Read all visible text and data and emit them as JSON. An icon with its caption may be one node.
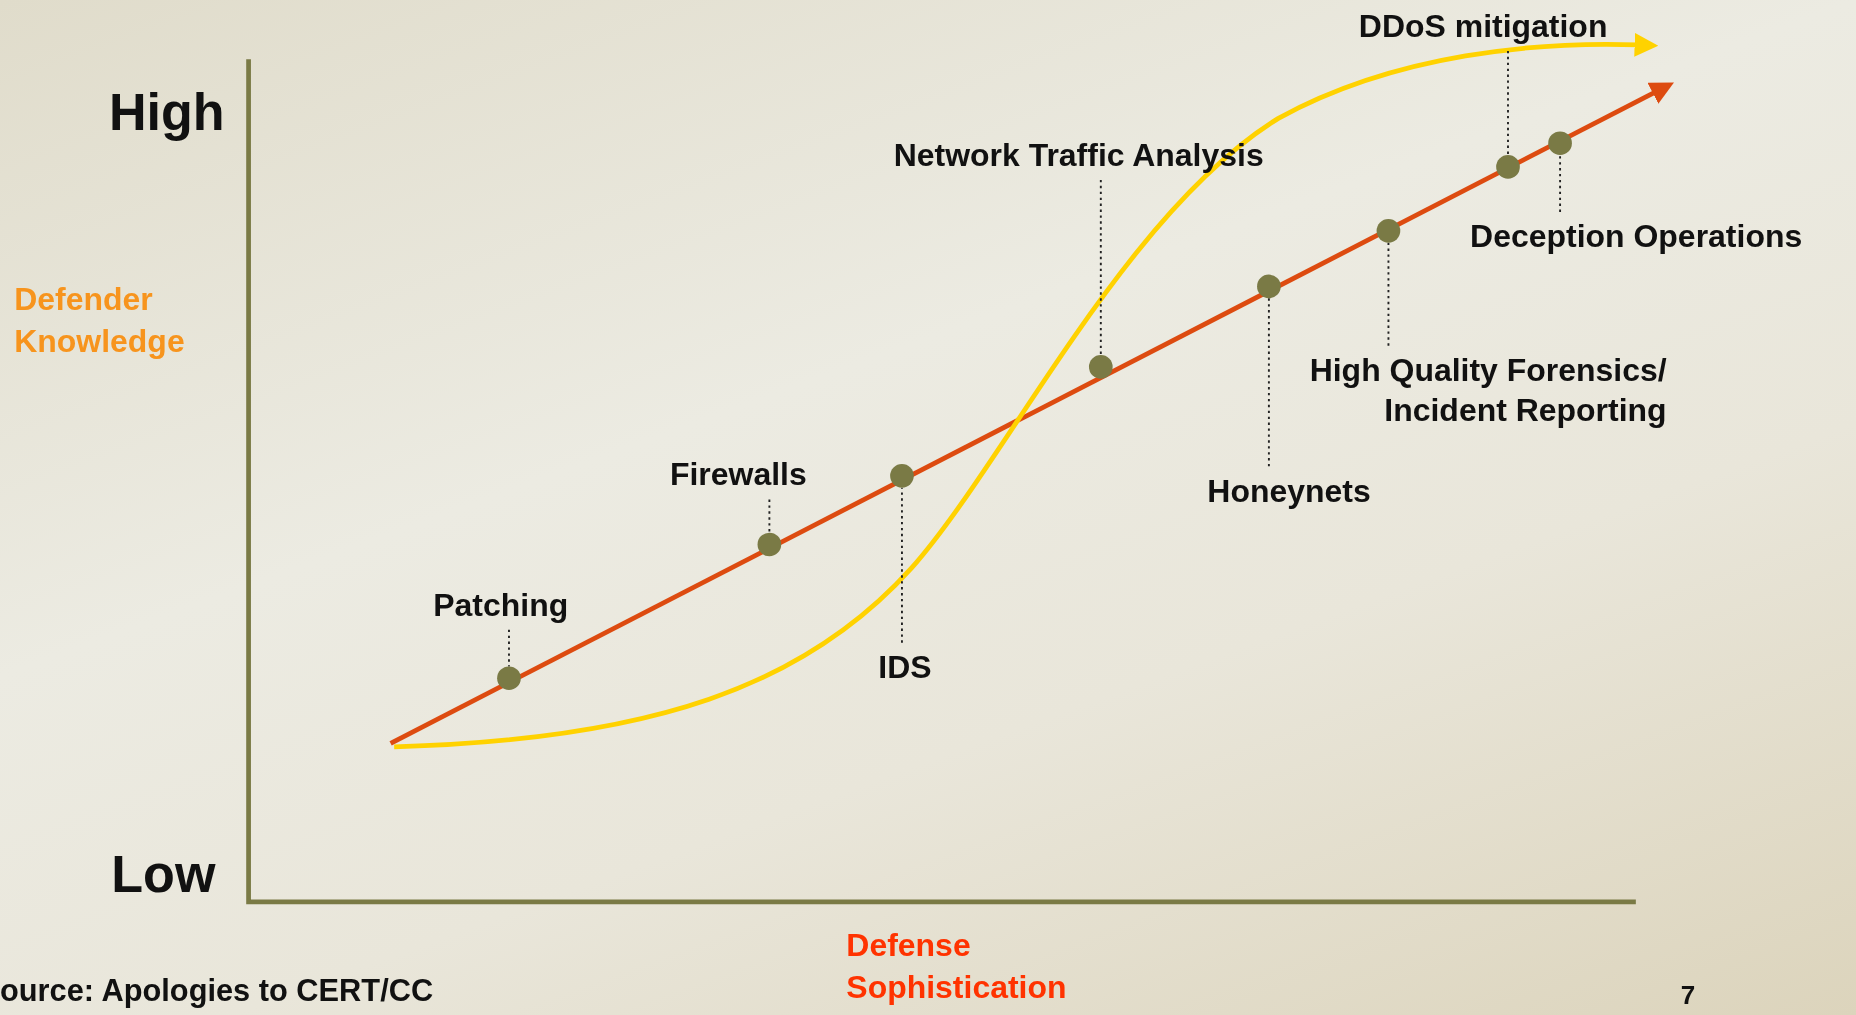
{
  "diagram": {
    "nodes": [
      {
        "text": [
          "DDoS mitigation"
        ]
      },
      {
        "text": [
          "Network Traffic Analysis"
        ]
      },
      {
        "text": [
          "Deception Operations"
        ]
      },
      {
        "text": [
          "High Quality Forensics/ Incident Reporting"
        ]
      },
      {
        "text": [
          "Firewalls"
        ]
      },
      {
        "text": [
          "Honeynets"
        ]
      },
      {
        "text": [
          "Patching"
        ]
      },
      {
        "text": [
          "IDS"
        ]
      },
      {
        "text": [],
        "shape": "circle"
      },
      {
        "text": [],
        "shape": "circle"
      },
      {
        "text": [],
        "shape": "circle"
      },
      {
        "text": [],
        "shape": "circle"
      },
      {
        "text": [],
        "shape": "circle"
      },
      {
        "text": [],
        "shape": "circle"
      },
      {
        "text": [],
        "shape": "circle"
      },
      {
        "text": [],
        "shape": "circle"
      }
    ],
    "edges": [
      {
        "from": 0,
        "to": 14,
        "arrow": "none",
        "style": "dashed"
      },
      {
        "from": 1,
        "to": 11,
        "arrow": "none",
        "style": "dashed"
      },
      {
        "from": 2,
        "to": 15,
        "arrow": "none",
        "style": "dashed"
      },
      {
        "from": 3,
        "to": 13,
        "arrow": "none",
        "style": "dashed"
      },
      {
        "from": 4,
        "to": 9,
        "arrow": "none",
        "style": "dashed"
      },
      {
        "from": 5,
        "to": 12,
        "arrow": "none",
        "style": "dashed"
      },
      {
        "from": 6,
        "to": 8,
        "arrow": "none",
        "style": "dashed"
      },
      {
        "from": 7,
        "to": 10,
        "arrow": "none",
        "style": "dashed"
      }
    ],
    "labels": [
      "High",
      "Defender Knowledge",
      "Low",
      "Defense Sophistication",
      "ource: Apologies to CERT/CC",
      "7"
    ]
  }
}
